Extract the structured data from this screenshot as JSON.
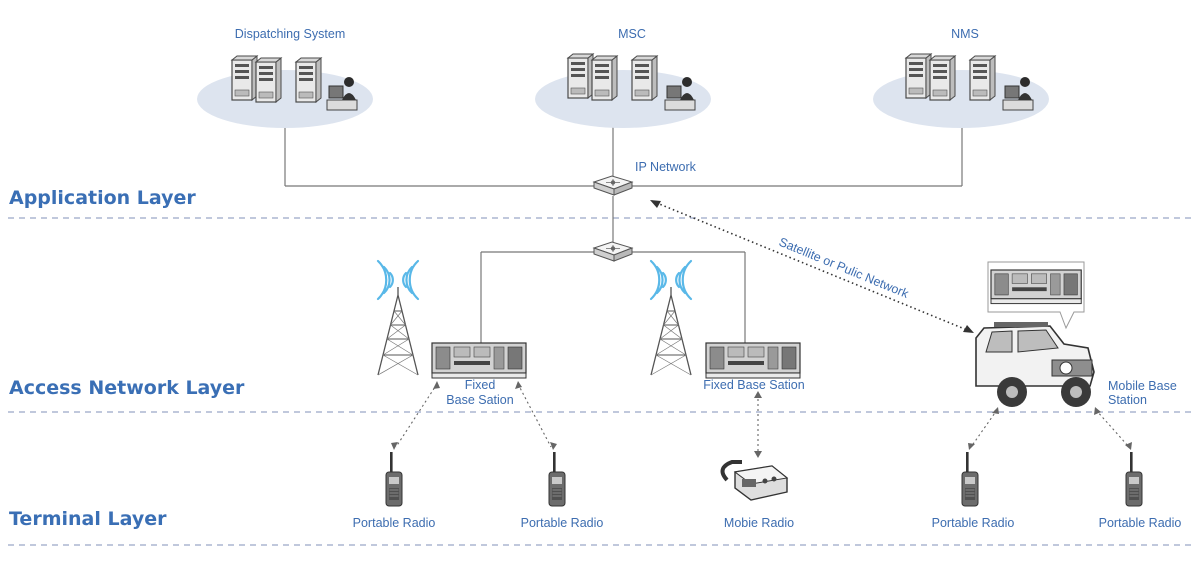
{
  "layers": {
    "application": "Application Layer",
    "access": "Access Network Layer",
    "terminal": "Terminal Layer"
  },
  "servers": {
    "dispatching": "Dispatching System",
    "msc": "MSC",
    "nms": "NMS"
  },
  "network": {
    "ip_network": "IP Network",
    "satellite_link": "Satellite or Pulic Network"
  },
  "base_stations": {
    "fixed_1_line1": "Fixed",
    "fixed_1_line2": "Base Sation",
    "fixed_2": "Fixed Base Sation",
    "mobile_line1": "Mobile Base",
    "mobile_line2": "Station"
  },
  "terminals": {
    "portable_1": "Portable Radio",
    "portable_2": "Portable Radio",
    "mobile_radio": "Mobie Radio",
    "portable_3": "Portable Radio",
    "portable_4": "Portable Radio"
  },
  "colors": {
    "layer_title": "#3a6fb5",
    "label": "#3d6db0",
    "divider": "#9aa6c8",
    "ellipse": "#dde4ef",
    "wave": "#59b8e8",
    "line": "#777777"
  }
}
